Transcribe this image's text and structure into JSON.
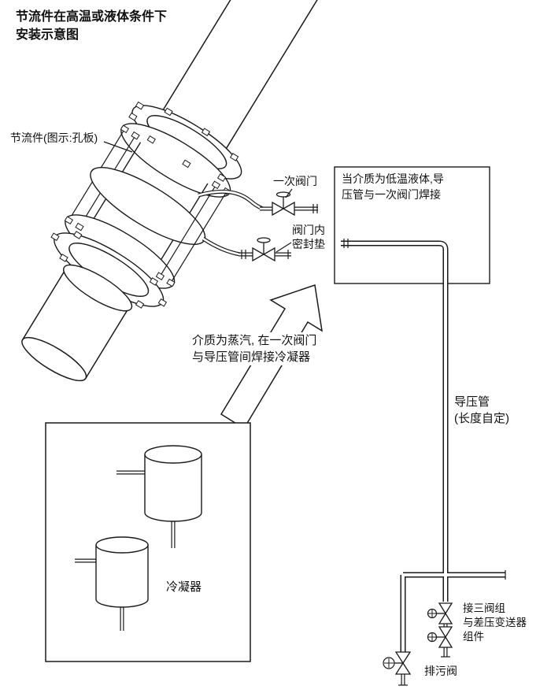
{
  "colors": {
    "line": "#1a1a1a",
    "bg": "#ffffff"
  },
  "title": {
    "line1": "节流件在高温或液体条件下",
    "line2": "安装示意图"
  },
  "labels": {
    "throttle_device": "节流件(图示:孔板)",
    "primary_valve": "一次阀门",
    "valve_seal_line1": "阀门内",
    "valve_seal_line2": "密封垫",
    "steam_note_line1": "介质为蒸汽, 在一次阀门",
    "steam_note_line2": "与导压管间焊接冷凝器",
    "condenser": "冷凝器",
    "pressure_pipe_line1": "导压管",
    "pressure_pipe_line2": "(长度自定)",
    "three_valve_line1": "接三阀组",
    "three_valve_line2": "与差压变送器",
    "three_valve_line3": "组件",
    "drain_valve": "排污阀"
  },
  "note_box": {
    "line1": "当介质为低温液体,导",
    "line2": "压管与一次阀门焊接"
  }
}
